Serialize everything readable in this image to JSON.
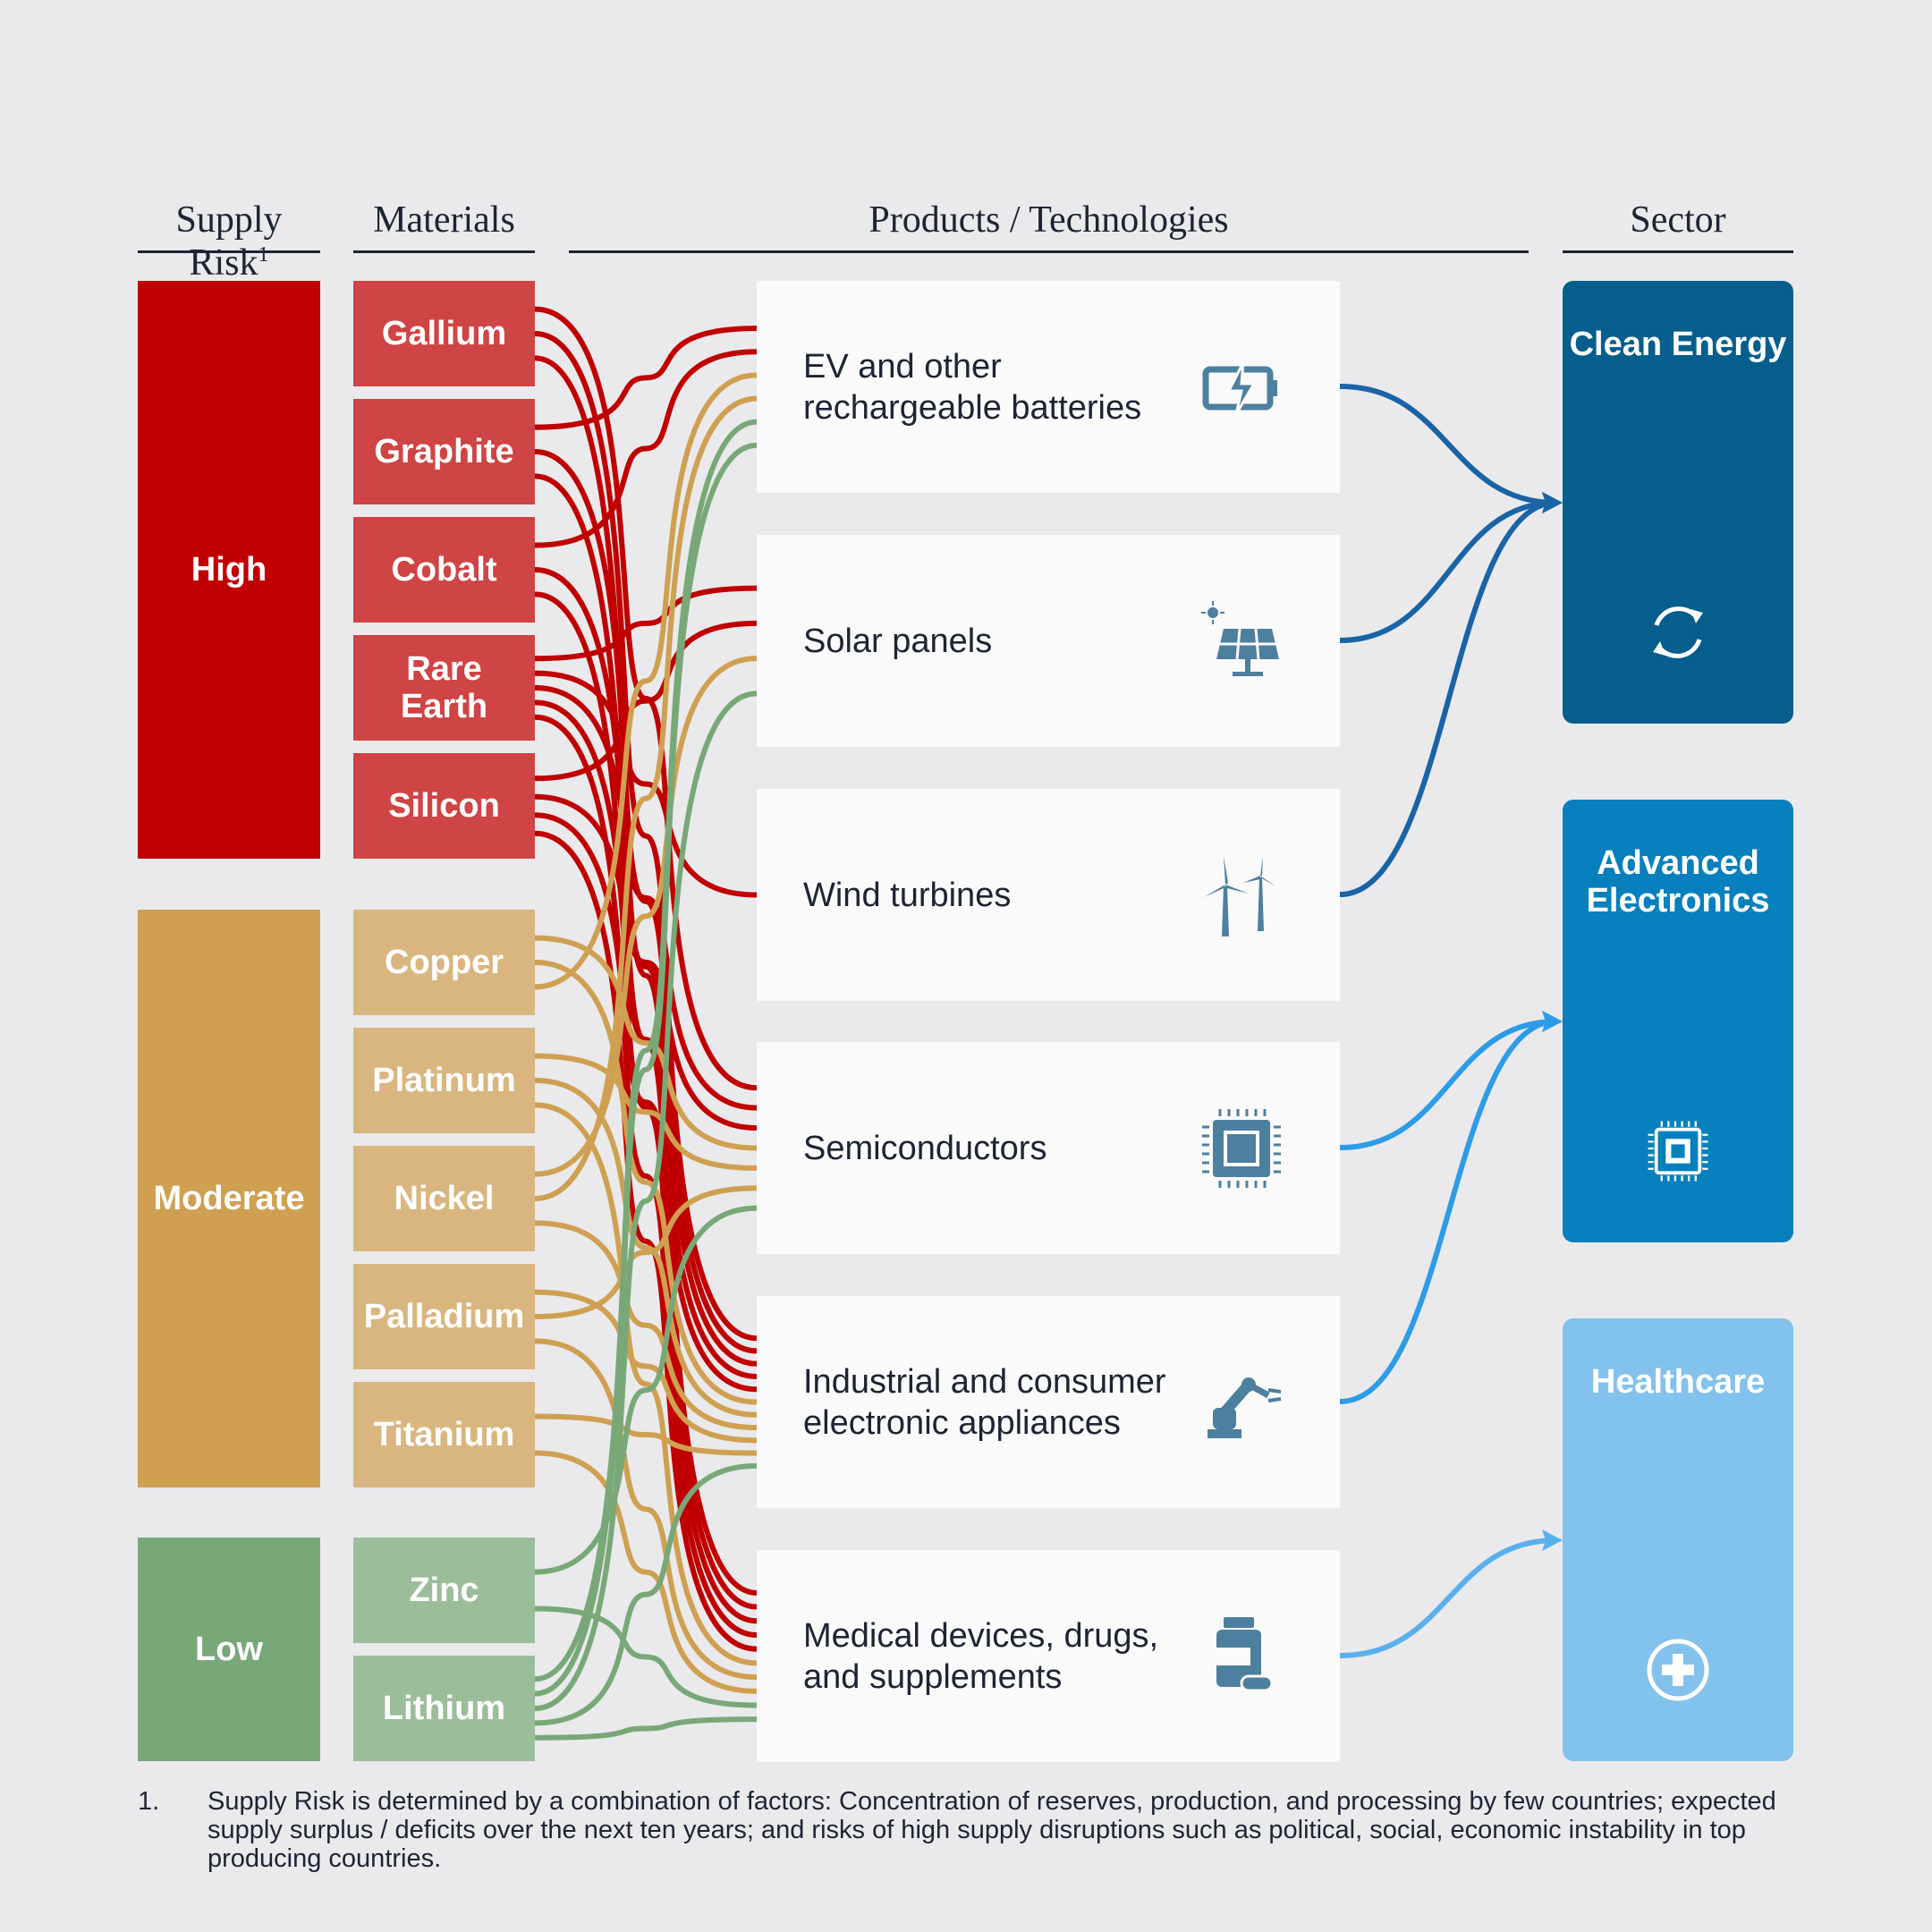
{
  "headers": {
    "supply_risk": "Supply Risk",
    "supply_risk_note": "1",
    "materials": "Materials",
    "products": "Products / Technologies",
    "sector": "Sector"
  },
  "risk_levels": [
    {
      "label": "High",
      "color": "#c00000"
    },
    {
      "label": "Moderate",
      "color": "#cfa052"
    },
    {
      "label": "Low",
      "color": "#79a878"
    }
  ],
  "materials": [
    {
      "label": "Gallium",
      "risk": "High"
    },
    {
      "label": "Graphite",
      "risk": "High"
    },
    {
      "label": "Cobalt",
      "risk": "High"
    },
    {
      "label": "Rare Earth",
      "risk": "High"
    },
    {
      "label": "Silicon",
      "risk": "High"
    },
    {
      "label": "Copper",
      "risk": "Moderate"
    },
    {
      "label": "Platinum",
      "risk": "Moderate"
    },
    {
      "label": "Nickel",
      "risk": "Moderate"
    },
    {
      "label": "Palladium",
      "risk": "Moderate"
    },
    {
      "label": "Titanium",
      "risk": "Moderate"
    },
    {
      "label": "Zinc",
      "risk": "Low"
    },
    {
      "label": "Lithium",
      "risk": "Low"
    }
  ],
  "material_colors": {
    "High": "#cf4444",
    "Moderate": "#d9b680",
    "Low": "#9cbd9a"
  },
  "link_colors": {
    "High": "#c00000",
    "Moderate": "#cfa052",
    "Low": "#79a878"
  },
  "products": [
    {
      "label": "EV and other rechargeable batteries",
      "icon": "battery-icon",
      "sector": "Clean Energy"
    },
    {
      "label": "Solar panels",
      "icon": "solar-panel-icon",
      "sector": "Clean Energy"
    },
    {
      "label": "Wind turbines",
      "icon": "wind-turbine-icon",
      "sector": "Clean Energy"
    },
    {
      "label": "Semiconductors",
      "icon": "chip-icon",
      "sector": "Advanced Electronics"
    },
    {
      "label": "Industrial and consumer electronic appliances",
      "icon": "robot-arm-icon",
      "sector": "Advanced Electronics"
    },
    {
      "label": "Medical devices, drugs, and supplements",
      "icon": "medicine-bottle-icon",
      "sector": "Healthcare"
    }
  ],
  "sectors": [
    {
      "label": "Clean Energy",
      "color": "#055e8c",
      "arrow": "#1a64a6",
      "icon": "recycle-icon"
    },
    {
      "label": "Advanced Electronics",
      "color": "#0780bd",
      "arrow": "#2e9be6",
      "icon": "chip-icon"
    },
    {
      "label": "Healthcare",
      "color": "#82c2ec",
      "arrow": "#5ab0ea",
      "icon": "medical-cross-icon"
    }
  ],
  "links": [
    [
      "Gallium",
      "Semiconductors"
    ],
    [
      "Gallium",
      "Industrial and consumer electronic appliances"
    ],
    [
      "Gallium",
      "Medical devices, drugs, and supplements"
    ],
    [
      "Graphite",
      "EV and other rechargeable batteries"
    ],
    [
      "Graphite",
      "Industrial and consumer electronic appliances"
    ],
    [
      "Graphite",
      "Medical devices, drugs, and supplements"
    ],
    [
      "Cobalt",
      "EV and other rechargeable batteries"
    ],
    [
      "Cobalt",
      "Industrial and consumer electronic appliances"
    ],
    [
      "Cobalt",
      "Medical devices, drugs, and supplements"
    ],
    [
      "Rare Earth",
      "Solar panels"
    ],
    [
      "Rare Earth",
      "Wind turbines"
    ],
    [
      "Rare Earth",
      "Semiconductors"
    ],
    [
      "Rare Earth",
      "Industrial and consumer electronic appliances"
    ],
    [
      "Rare Earth",
      "Medical devices, drugs, and supplements"
    ],
    [
      "Silicon",
      "Solar panels"
    ],
    [
      "Silicon",
      "Semiconductors"
    ],
    [
      "Silicon",
      "Industrial and consumer electronic appliances"
    ],
    [
      "Silicon",
      "Medical devices, drugs, and supplements"
    ],
    [
      "Copper",
      "Semiconductors"
    ],
    [
      "Copper",
      "Industrial and consumer electronic appliances"
    ],
    [
      "Copper",
      "EV and other rechargeable batteries"
    ],
    [
      "Platinum",
      "Semiconductors"
    ],
    [
      "Platinum",
      "Industrial and consumer electronic appliances"
    ],
    [
      "Platinum",
      "Medical devices, drugs, and supplements"
    ],
    [
      "Nickel",
      "Solar panels"
    ],
    [
      "Nickel",
      "EV and other rechargeable batteries"
    ],
    [
      "Nickel",
      "Industrial and consumer electronic appliances"
    ],
    [
      "Palladium",
      "Industrial and consumer electronic appliances"
    ],
    [
      "Palladium",
      "Semiconductors"
    ],
    [
      "Palladium",
      "Medical devices, drugs, and supplements"
    ],
    [
      "Titanium",
      "Industrial and consumer electronic appliances"
    ],
    [
      "Titanium",
      "Medical devices, drugs, and supplements"
    ],
    [
      "Zinc",
      "Semiconductors"
    ],
    [
      "Zinc",
      "Medical devices, drugs, and supplements"
    ],
    [
      "Lithium",
      "EV and other rechargeable batteries"
    ],
    [
      "Lithium",
      "EV and other rechargeable batteries"
    ],
    [
      "Lithium",
      "Solar panels"
    ],
    [
      "Lithium",
      "Industrial and consumer electronic appliances"
    ],
    [
      "Lithium",
      "Medical devices, drugs, and supplements"
    ]
  ],
  "footnote": {
    "number": "1.",
    "text": "Supply Risk is determined by a combination of factors: Concentration of reserves, production, and processing by few countries; expected supply surplus / deficits over the next ten years; and risks of high supply disruptions such as political, social, economic instability in top producing countries."
  }
}
